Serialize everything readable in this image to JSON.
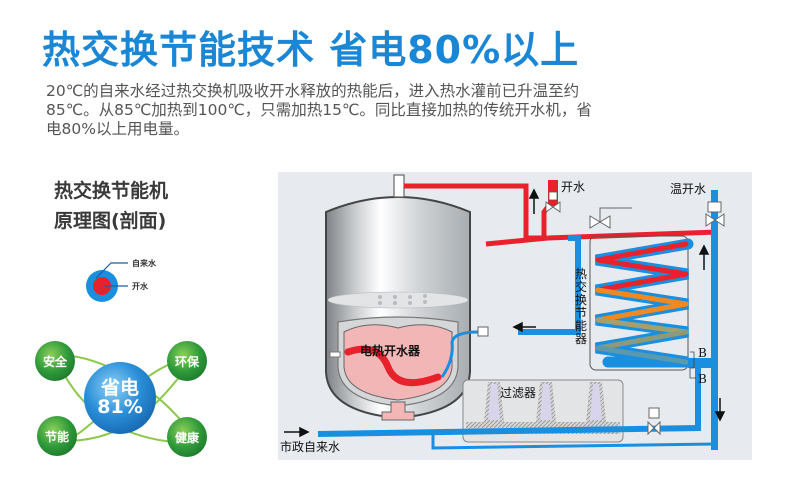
{
  "header": {
    "title": "热交换节能技术  省电80%以上",
    "description": "20℃的自来水经过热交换机吸收开水释放的热能后，进入热水灌前已升温至约85℃。从85℃加热到100℃，只需加热15℃。同比直接加热的传统开水机，省电80%以上用电量。"
  },
  "sidebar": {
    "heading_line1": "热交换节能机",
    "heading_line2": "原理图(剖面)",
    "legend": {
      "outer_label": "自来水",
      "inner_label": "开水",
      "outer_color": "#1a8fe0",
      "inner_color": "#e8222c"
    },
    "benefits": {
      "center_line1": "省电",
      "center_line2": "81%",
      "items": [
        "安全",
        "环保",
        "节能",
        "健康"
      ]
    }
  },
  "diagram": {
    "labels": {
      "hot_water": "开水",
      "warm_water": "温开水",
      "heat_exchanger": "热交换节能器",
      "boiler": "电热开水器",
      "filter": "过滤器",
      "tap_water": "市政自来水",
      "section_b": "B"
    },
    "colors": {
      "hot": "#e8222c",
      "cold": "#1a8fe0",
      "background": "#e7eaee"
    }
  }
}
